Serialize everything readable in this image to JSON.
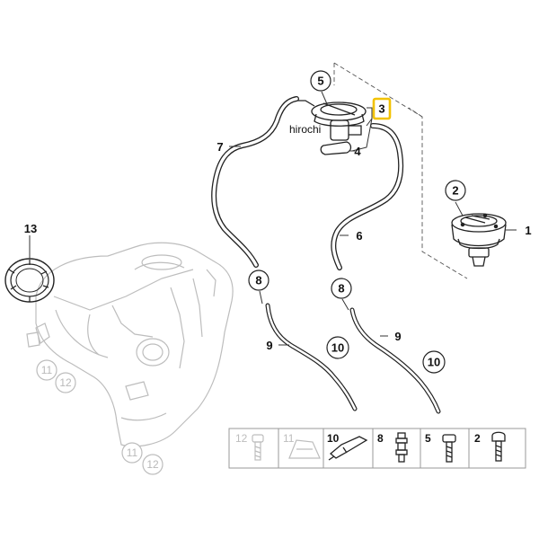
{
  "callouts": {
    "c1": "1",
    "c2": "2",
    "c3": "3",
    "c4": "4",
    "c5": "5",
    "c6": "6",
    "c7": "7",
    "c8a": "8",
    "c8b": "8",
    "c9a": "9",
    "c9b": "9",
    "c10a": "10",
    "c10b": "10",
    "c11a": "11",
    "c11b": "11",
    "c12a": "12",
    "c12b": "12",
    "c13": "13"
  },
  "watermark": "hirochi",
  "highlight_color": "#f2c200",
  "legend_strip": {
    "items": [
      "12",
      "11",
      "10",
      "8",
      "5",
      "2"
    ]
  }
}
